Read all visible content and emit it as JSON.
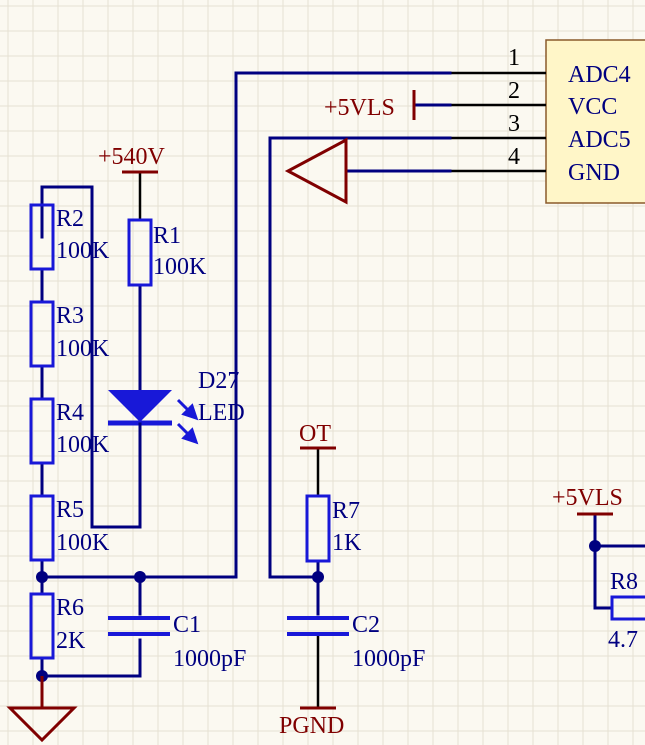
{
  "connector": {
    "pins": [
      {
        "num": "1",
        "label": "ADC4"
      },
      {
        "num": "2",
        "label": "VCC"
      },
      {
        "num": "3",
        "label": "ADC5"
      },
      {
        "num": "4",
        "label": "GND"
      }
    ],
    "fill": "#fff6c8"
  },
  "power": {
    "v540": "+540V",
    "vls_top": "+5VLS",
    "vls_right": "+5VLS",
    "ot": "OT",
    "pgnd": "PGND"
  },
  "resistors": {
    "r1": {
      "ref": "R1",
      "value": "100K"
    },
    "r2": {
      "ref": "R2",
      "value": "100K"
    },
    "r3": {
      "ref": "R3",
      "value": "100K"
    },
    "r4": {
      "ref": "R4",
      "value": "100K"
    },
    "r5": {
      "ref": "R5",
      "value": "100K"
    },
    "r6": {
      "ref": "R6",
      "value": "2K"
    },
    "r7": {
      "ref": "R7",
      "value": "1K"
    },
    "r8": {
      "ref": "R8",
      "value": "4.7"
    }
  },
  "capacitors": {
    "c1": {
      "ref": "C1",
      "value": "1000pF"
    },
    "c2": {
      "ref": "C2",
      "value": "1000pF"
    }
  },
  "led": {
    "ref": "D27",
    "value": "LED"
  },
  "colors": {
    "wire": "#000080",
    "power": "#800000",
    "component": "#1818d8",
    "grid": "#e6e1d3",
    "background": "#fbf9f1"
  }
}
